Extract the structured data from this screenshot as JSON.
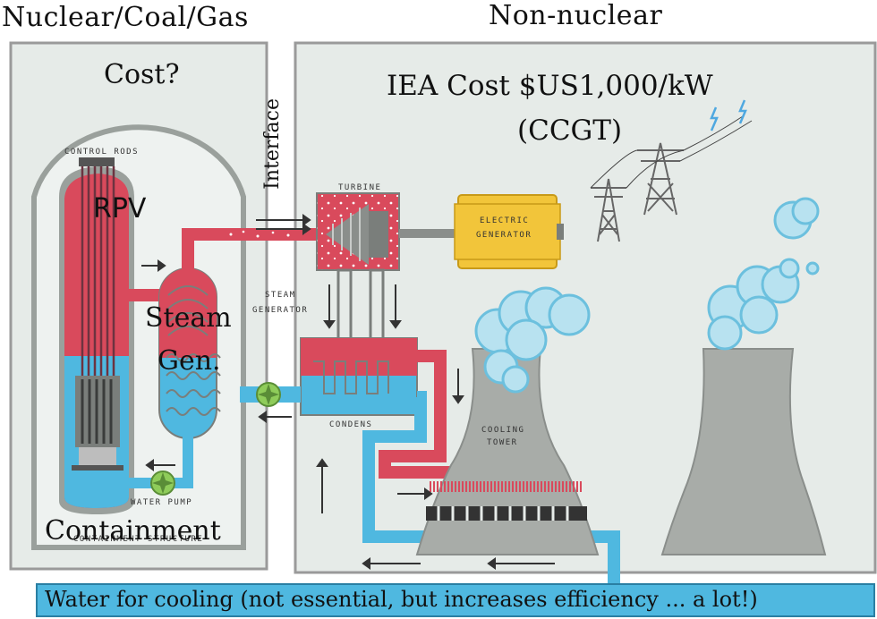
{
  "headers": {
    "left": "Nuclear/Coal/Gas",
    "right": "Non-nuclear"
  },
  "labels": {
    "cost_question": "Cost?",
    "iea_cost_line1": "IEA Cost $US1,000/kW",
    "iea_cost_line2": "(CCGT)",
    "interface": "Interface",
    "rpv": "RPV",
    "steam_gen_line1": "Steam",
    "steam_gen_line2": "Gen.",
    "containment": "Containment",
    "cooling_water": "Water for cooling (not essential, but increases efficiency ... a lot!)"
  },
  "component_labels": {
    "control_rods": "CONTROL RODS",
    "turbine": "TURBINE",
    "electric": "ELECTRIC",
    "generator": "GENERATOR",
    "steam": "STEAM",
    "generator_small": "GENERATOR",
    "condens": "CONDENS",
    "cooling": "COOLING",
    "tower": "TOWER",
    "water_pump": "WATER PUMP",
    "containment_structure": "CONTAINMENT STRUCTURE"
  },
  "colors": {
    "hot": "#d94a5c",
    "cold": "#4fb8e0",
    "panel": "#e6ebe8",
    "panel_border": "#9a9a9a",
    "generator": "#f2c53a",
    "tower": "#a8aca8",
    "steam_cloud": "#8ed0e6"
  }
}
